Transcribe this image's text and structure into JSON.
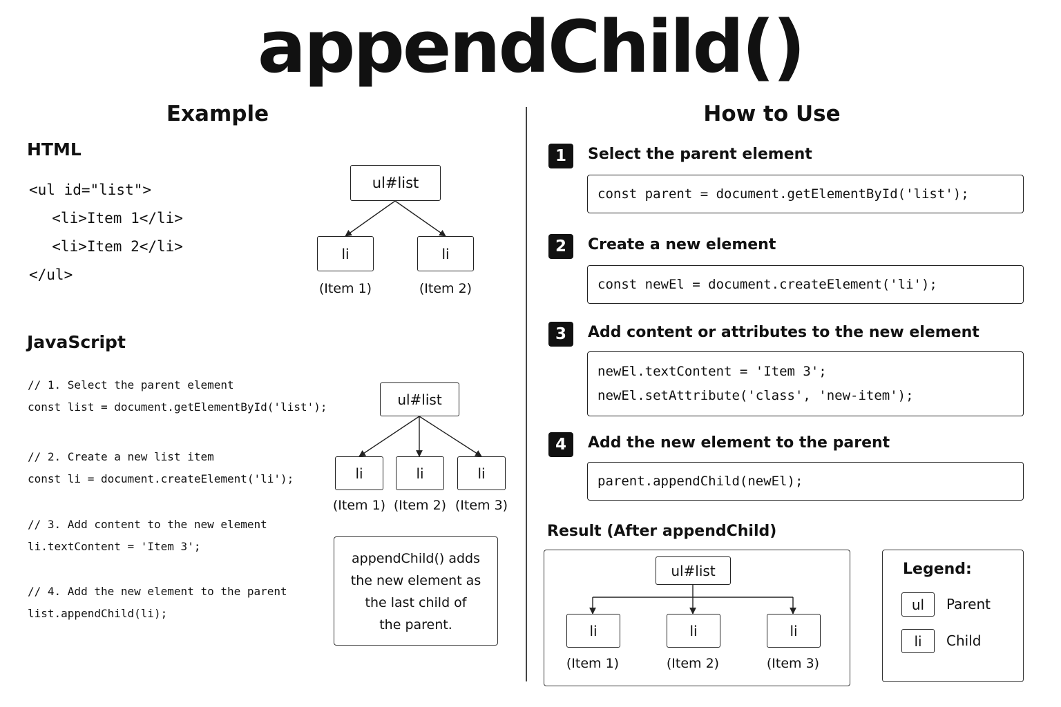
{
  "title": "appendChild()",
  "example": {
    "heading": "Example",
    "html_heading": "HTML",
    "html_code": [
      "<ul id=\"list\">",
      "  <li>Item 1</li>",
      "  <li>Item 2</li>",
      "</ul>"
    ],
    "tree1": {
      "root": "ul#list",
      "children": [
        "li",
        "li"
      ],
      "captions": [
        "(Item 1)",
        "(Item 2)"
      ]
    },
    "js_heading": "JavaScript",
    "js_code": [
      "// 1. Select the parent element",
      "const list = document.getElementById('list');",
      "// 2. Create a new list item",
      "const li = document.createElement('li');",
      "// 3. Add content to the new element",
      "li.textContent = 'Item 3';",
      "// 4. Add the new element to the parent",
      "list.appendChild(li);"
    ],
    "tree2": {
      "root": "ul#list",
      "children": [
        "li",
        "li",
        "li"
      ],
      "captions": [
        "(Item 1)",
        "(Item 2)",
        "(Item 3)"
      ]
    },
    "note": [
      "appendChild() adds",
      "the new element as",
      "the last child of",
      "the parent."
    ]
  },
  "how_to": {
    "heading": "How to Use",
    "steps": [
      {
        "num": "1",
        "title": "Select the parent element",
        "code": [
          "const parent = document.getElementById('list');"
        ]
      },
      {
        "num": "2",
        "title": "Create a new element",
        "code": [
          "const newEl = document.createElement('li');"
        ]
      },
      {
        "num": "3",
        "title": "Add content or attributes to the new element",
        "code": [
          "newEl.textContent = 'Item 3';",
          "newEl.setAttribute('class', 'new-item');"
        ]
      },
      {
        "num": "4",
        "title": "Add the new element to the parent",
        "code": [
          "parent.appendChild(newEl);"
        ]
      }
    ]
  },
  "result": {
    "heading": "Result (After appendChild)",
    "root": "ul#list",
    "children": [
      "li",
      "li",
      "li"
    ],
    "captions": [
      "(Item 1)",
      "(Item 2)",
      "(Item 3)"
    ]
  },
  "legend": {
    "heading": "Legend:",
    "items": [
      {
        "key": "ul",
        "label": "Parent"
      },
      {
        "key": "li",
        "label": "Child"
      }
    ]
  }
}
